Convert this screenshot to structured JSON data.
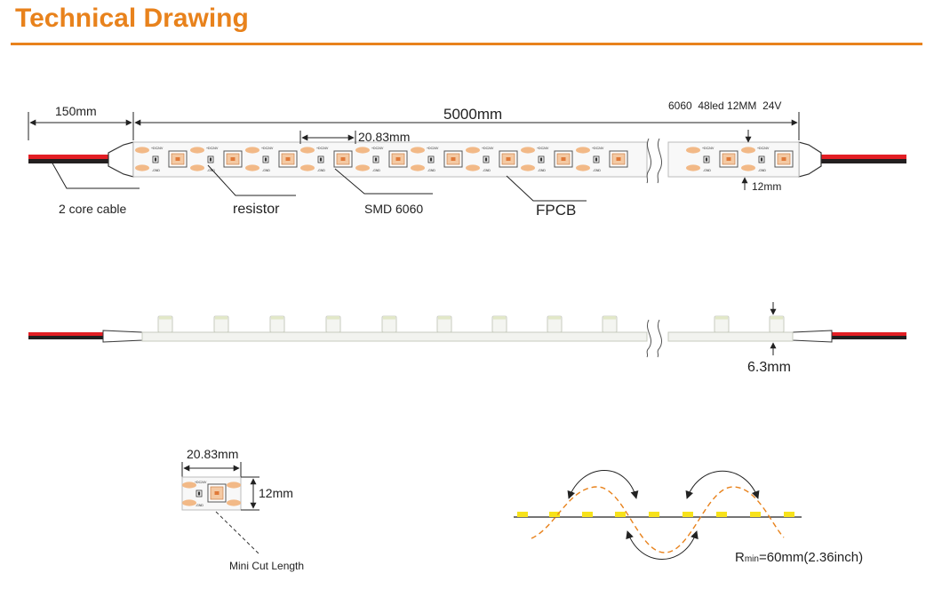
{
  "header": {
    "title": "Technical Drawing"
  },
  "top_view": {
    "wire_length": "150mm",
    "total_length": "5000mm",
    "spec": "6060  48led 12MM  24V",
    "segment_length": "20.83mm",
    "width": "12mm",
    "label_cable": "2 core cable",
    "label_resistor": "resistor",
    "label_smd": "SMD 6060",
    "label_fpcb": "FPCB",
    "pad_plus": "+DC24V",
    "pad_minus": "-GND",
    "resistor_mark": "R"
  },
  "side_view": {
    "height": "6.3mm"
  },
  "cut_unit": {
    "length": "20.83mm",
    "width": "12mm",
    "label": "Mini Cut Length"
  },
  "bend": {
    "radius_prefix": "R",
    "radius_sub": "min",
    "radius_value": "=60mm(2.36inch)"
  },
  "colors": {
    "accent": "#e8821c",
    "pad": "#f2b987",
    "wire_red": "#e31e24",
    "wire_black": "#231f20",
    "led_yellow": "#f7e21b"
  }
}
